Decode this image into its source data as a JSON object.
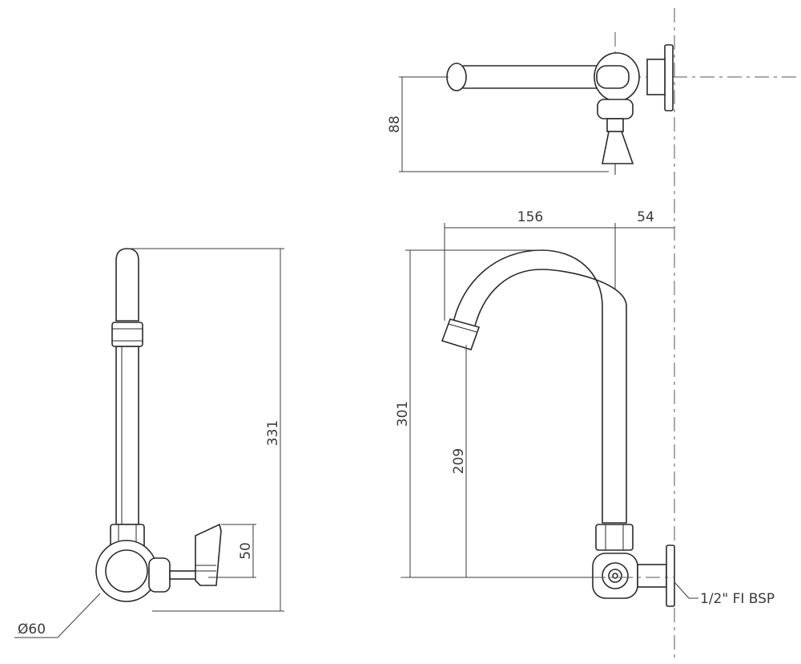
{
  "dimensions": {
    "side_height": "331",
    "side_handle": "50",
    "side_diameter": "Ø60",
    "top_depth": "88",
    "front_reach": "156",
    "front_offset": "54",
    "front_height": "301",
    "front_outlet_height": "209",
    "connection": "1/2\" FI BSP"
  },
  "colors": {
    "line": "#3a3a3a",
    "background": "#ffffff"
  }
}
